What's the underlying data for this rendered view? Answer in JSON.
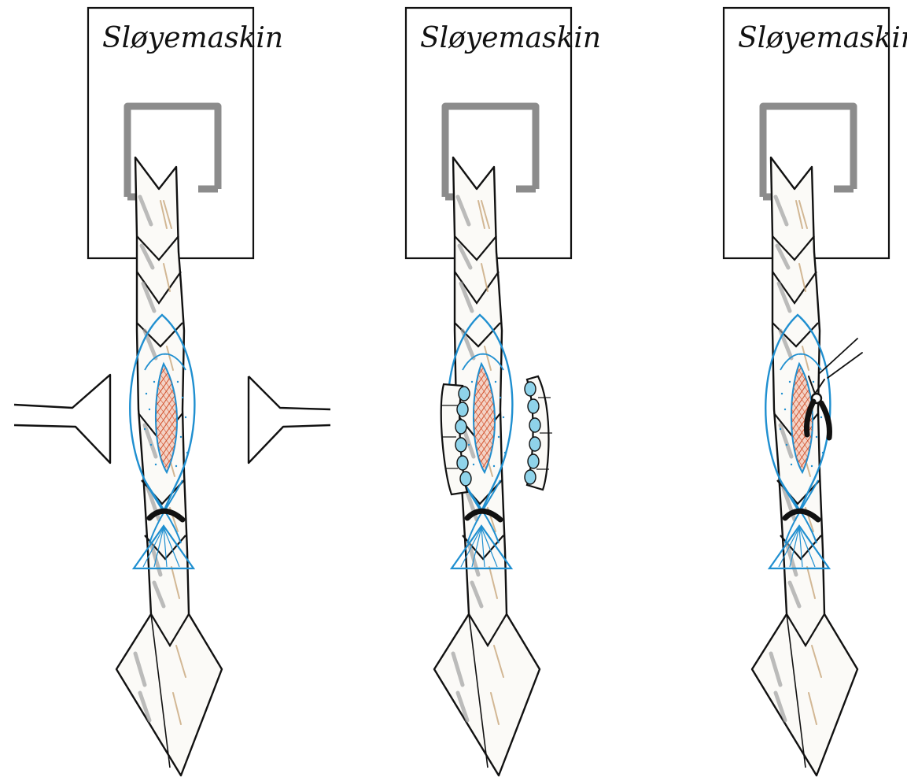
{
  "panels": [
    {
      "machine_label": "Sløyemaskin",
      "variant": "side-funnels"
    },
    {
      "machine_label": "Sløyemaskin",
      "variant": "side-rollers"
    },
    {
      "machine_label": "Sløyemaskin",
      "variant": "gripper"
    }
  ],
  "colors": {
    "ink": "#111111",
    "belt_shade_gray": "#9a9a9a",
    "belt_shade_tan": "#c9a77c",
    "fish_outline": "#1f8fd0",
    "gut_red": "#d3532e",
    "roller_fill": "#8fd3ea",
    "machine_inner": "#8c8c8c"
  }
}
